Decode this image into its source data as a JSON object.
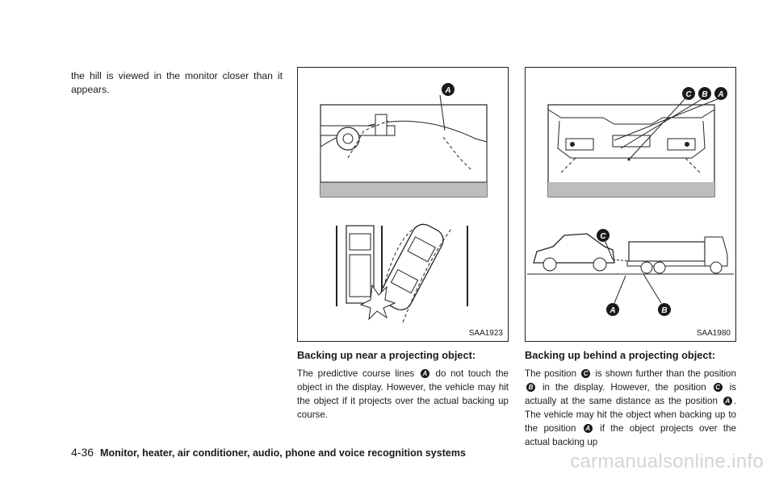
{
  "intro": {
    "text": "the hill is viewed in the monitor closer than it appears."
  },
  "figure_left": {
    "code": "SAA1923",
    "labels": {
      "a": "A"
    }
  },
  "figure_right": {
    "code": "SAA1980",
    "labels": {
      "a": "A",
      "b": "B",
      "c": "C"
    }
  },
  "section_left": {
    "heading": "Backing up near a projecting object:",
    "p1": "The predictive course lines",
    "marker1": "A",
    "p2": "do not touch the object in the display. However, the vehicle may hit the object if it projects over the actual backing up course."
  },
  "section_right": {
    "heading": "Backing up behind a projecting object:",
    "t1": "The position",
    "m1": "C",
    "t2": "is shown further than the position",
    "m2": "B",
    "t3": "in the display. However, the position",
    "m3": "C",
    "t4": "is actually at the same distance as the position",
    "m4": "A",
    "t5": ". The vehicle may hit the object when backing up to the position",
    "m5": "A",
    "t6": "if the object projects over the actual backing up"
  },
  "footer": {
    "page": "4-36",
    "title": "Monitor, heater, air conditioner, audio, phone and voice recognition systems"
  },
  "watermark": "carmanualsonline.info"
}
